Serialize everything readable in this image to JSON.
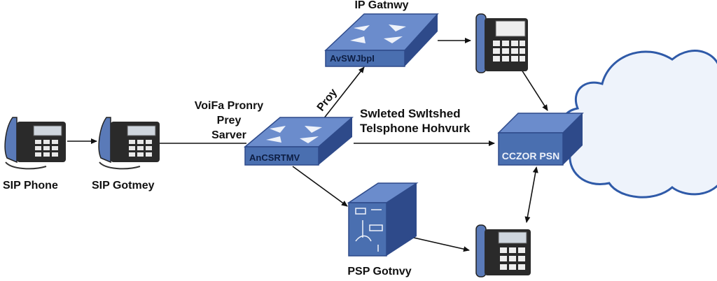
{
  "colors": {
    "device_blue": "#4a6fb0",
    "device_dark": "#2e4a8a",
    "device_light": "#6b8ccc",
    "phone_body": "#2a2a2a",
    "phone_handset": "#5a7ab8",
    "cloud_fill": "#eef3fb",
    "cloud_stroke": "#2f5aa8",
    "arrow": "#111111"
  },
  "labels": {
    "ip_gateway": "IP Gatnwy",
    "sip_phone": "SIP Phone",
    "sip_gateway": "SIP Gotmey",
    "proxy_server": "VoiFa Pronry\nPrey\nSarver",
    "proxy_arrow": "Proy",
    "switched_network": "Swleted Swltshed\nTelsphone Hohvurk",
    "psp_gateway": "PSP Gotnvy"
  },
  "device_text": {
    "top_switch": "AvSWJbpI",
    "center_switch": "AnCSRTMV",
    "pstn_box": "CCZOR PSN"
  },
  "icons": [
    "ip-phone-icon",
    "network-switch-icon",
    "server-icon",
    "cloud-icon",
    "pstn-switch-icon"
  ]
}
